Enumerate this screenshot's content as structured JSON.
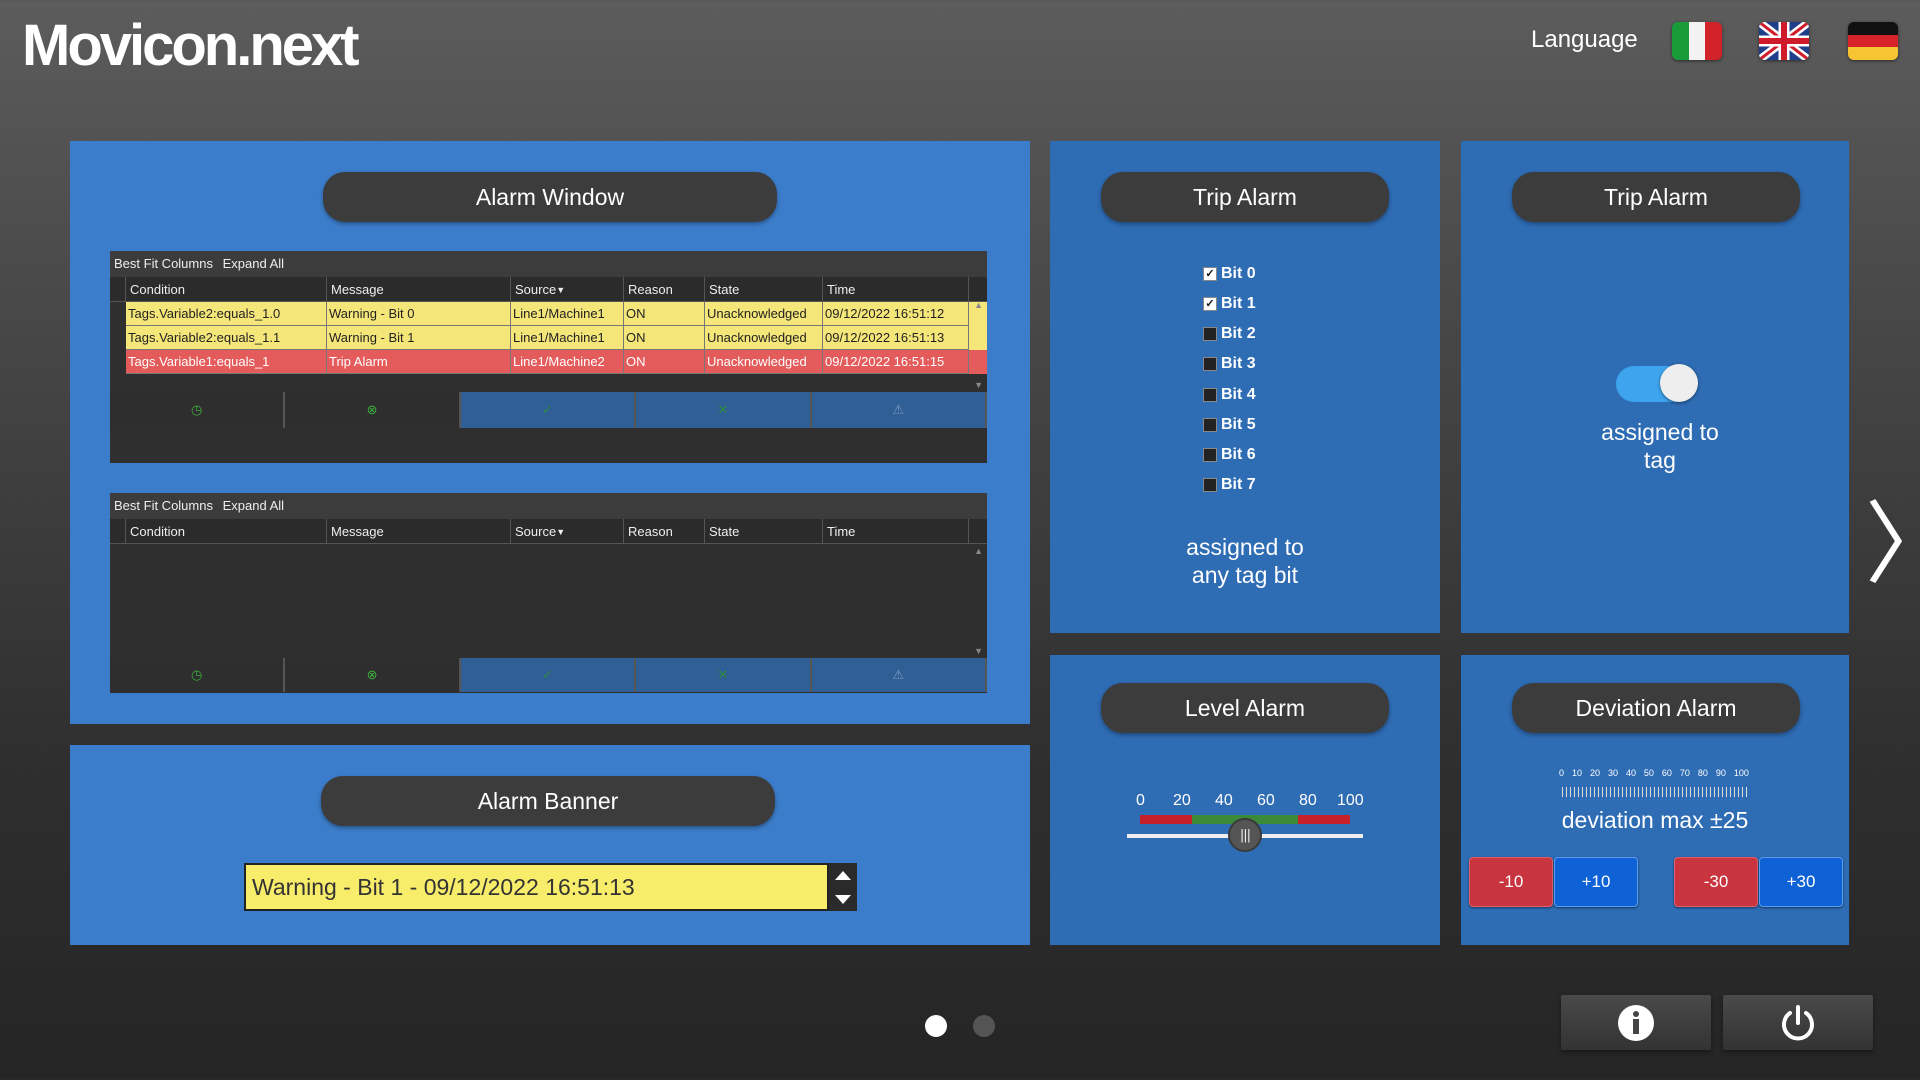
{
  "header": {
    "logo": "Movicon.next",
    "language_label": "Language",
    "flags": [
      "italian-flag-icon",
      "uk-flag-icon",
      "german-flag-icon"
    ]
  },
  "alarm_window": {
    "title": "Alarm Window",
    "grid1": {
      "toolbar": [
        "Best Fit Columns",
        "Expand All"
      ],
      "columns": [
        "Condition",
        "Message",
        "Source",
        "Reason",
        "State",
        "Time"
      ],
      "rows": [
        {
          "condition": "Tags.Variable2:equals_1.0",
          "message": "Warning - Bit 0",
          "source": "Line1/Machine1",
          "reason": "ON",
          "state": "Unacknowledged",
          "time": "09/12/2022 16:51:12"
        },
        {
          "condition": "Tags.Variable2:equals_1.1",
          "message": "Warning - Bit 1",
          "source": "Line1/Machine1",
          "reason": "ON",
          "state": "Unacknowledged",
          "time": "09/12/2022 16:51:13"
        },
        {
          "condition": "Tags.Variable1:equals_1",
          "message": "Trip Alarm",
          "source": "Line1/Machine2",
          "reason": "ON",
          "state": "Unacknowledged",
          "time": "09/12/2022 16:51:15"
        }
      ]
    },
    "grid2": {
      "toolbar": [
        "Best Fit Columns",
        "Expand All"
      ],
      "columns": [
        "Condition",
        "Message",
        "Source",
        "Reason",
        "State",
        "Time"
      ]
    },
    "footer_icons": [
      "clock-icon",
      "circle-x-icon",
      "check-icon",
      "x-icon",
      "warning-icon"
    ]
  },
  "trip_alarm_bits": {
    "title": "Trip Alarm",
    "bits": [
      {
        "label": "Bit 0",
        "checked": true
      },
      {
        "label": "Bit 1",
        "checked": true
      },
      {
        "label": "Bit 2",
        "checked": false
      },
      {
        "label": "Bit 3",
        "checked": false
      },
      {
        "label": "Bit 4",
        "checked": false
      },
      {
        "label": "Bit 5",
        "checked": false
      },
      {
        "label": "Bit 6",
        "checked": false
      },
      {
        "label": "Bit 7",
        "checked": false
      }
    ],
    "caption_line1": "assigned to",
    "caption_line2": "any tag bit"
  },
  "trip_alarm_toggle": {
    "title": "Trip Alarm",
    "toggle_on": true,
    "caption_line1": "assigned to",
    "caption_line2": "tag"
  },
  "level_alarm": {
    "title": "Level Alarm",
    "scale": [
      "0",
      "20",
      "40",
      "60",
      "80",
      "100"
    ],
    "value": 50
  },
  "deviation_alarm": {
    "title": "Deviation Alarm",
    "scale": [
      "0",
      "10",
      "20",
      "30",
      "40",
      "50",
      "60",
      "70",
      "80",
      "90",
      "100"
    ],
    "caption": "deviation max ±25",
    "buttons": [
      "-10",
      "+10",
      "-30",
      "+30"
    ]
  },
  "alarm_banner": {
    "title": "Alarm Banner",
    "text": "Warning - Bit 1 - 09/12/2022 16:51:13"
  },
  "pager": {
    "pages": 2,
    "current": 1
  },
  "colors": {
    "panel_blue": "#2e6cb4",
    "panel_light": "#3c7dcb",
    "warning_yellow": "#f5e67a",
    "trip_red": "#e45b5b"
  }
}
